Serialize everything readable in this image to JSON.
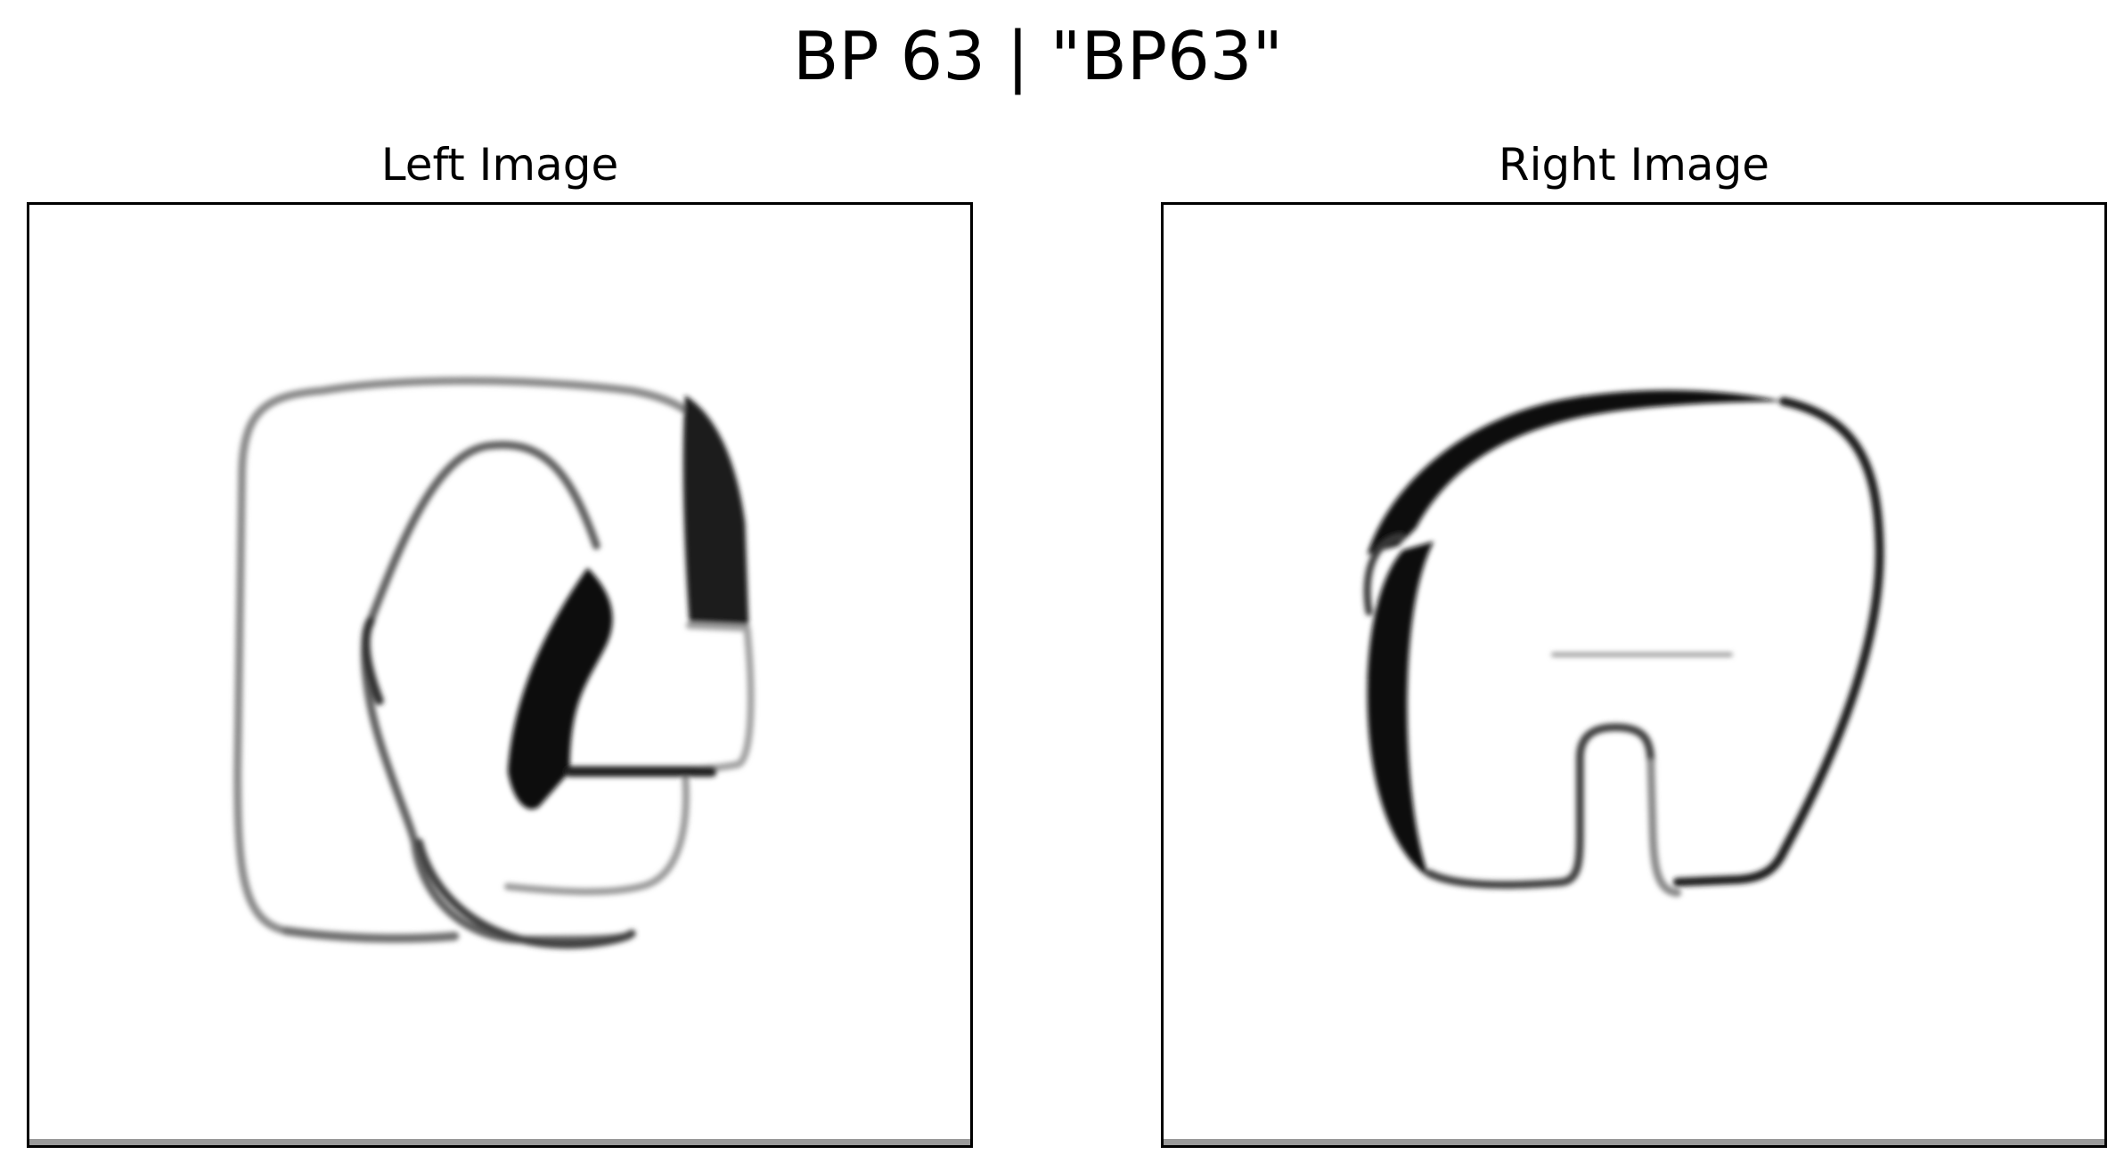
{
  "figure": {
    "title": "BP 63 | \"BP63\""
  },
  "panels": [
    {
      "title": "Left Image",
      "content": "hand-drawn-shape-left"
    },
    {
      "title": "Right Image",
      "content": "hand-drawn-shape-right"
    }
  ]
}
